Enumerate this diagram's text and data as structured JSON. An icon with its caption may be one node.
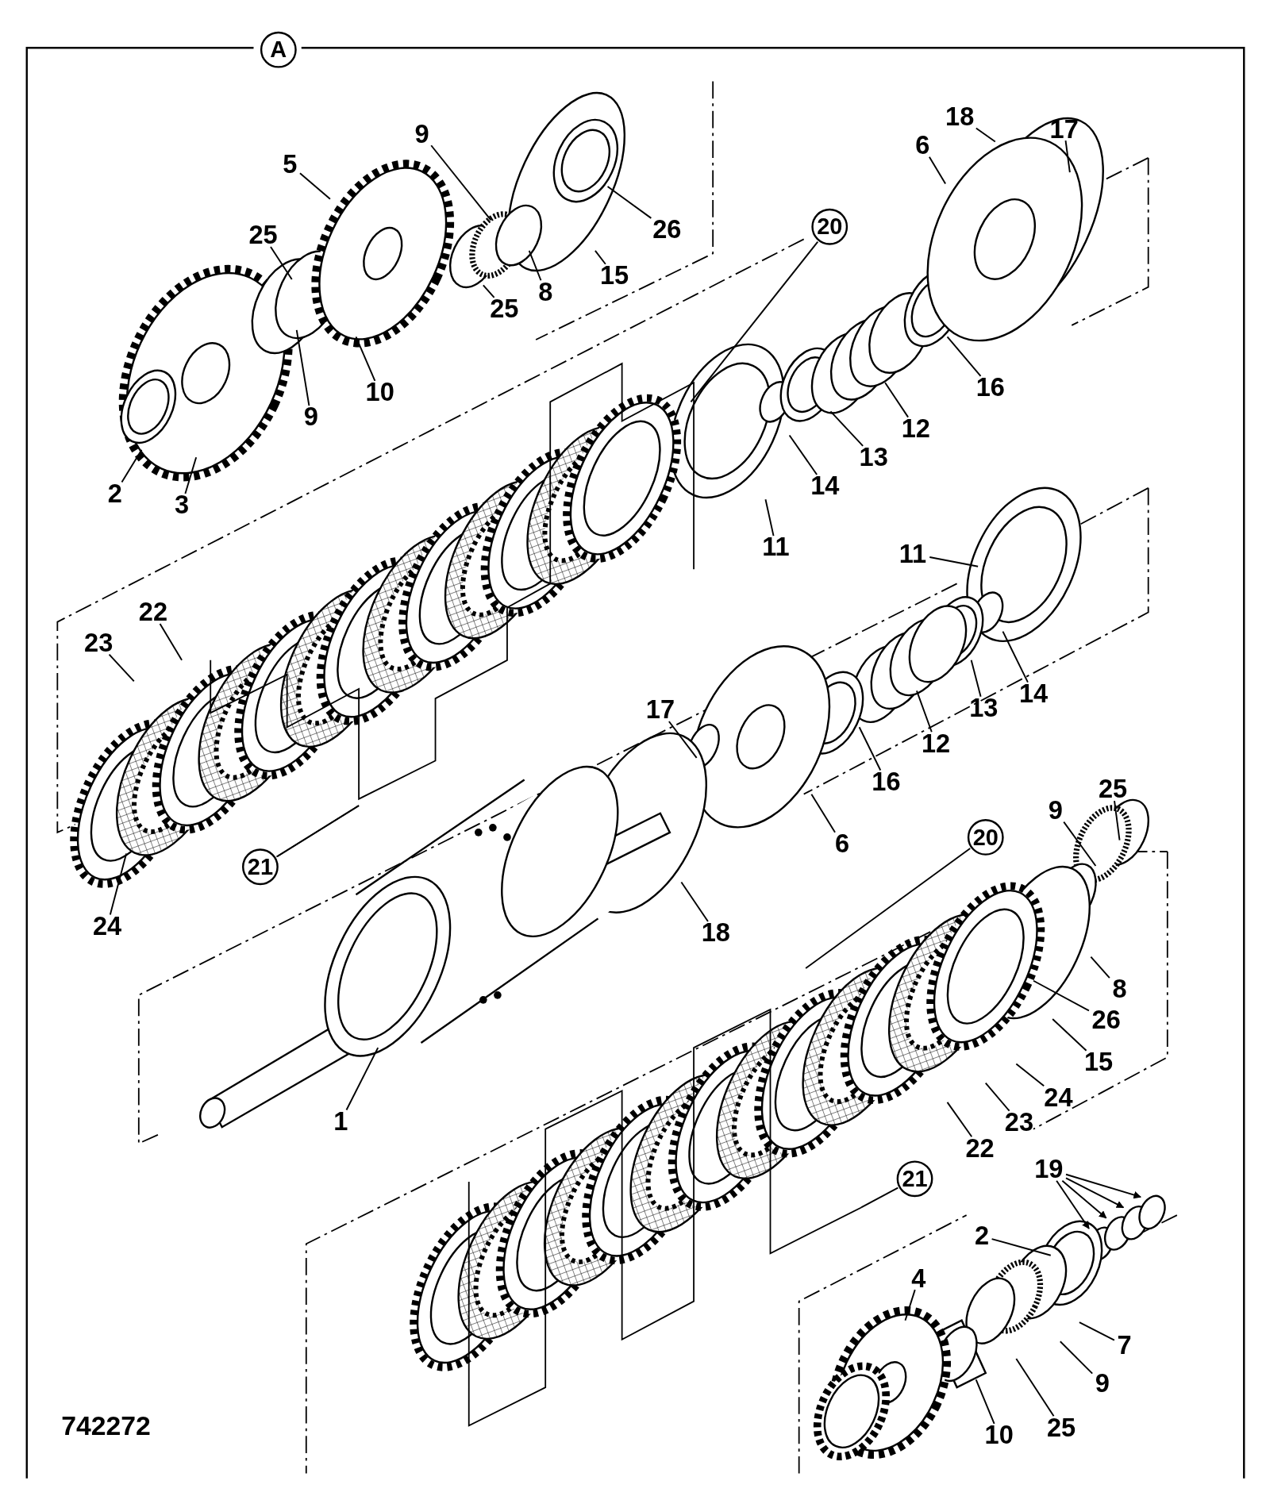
{
  "diagram": {
    "nodes": [
      {
        "text": [
          "5"
        ]
      },
      {
        "text": [
          "9"
        ]
      },
      {
        "text": [
          "18"
        ]
      },
      {
        "text": [
          "17"
        ]
      },
      {
        "text": [
          "6"
        ]
      },
      {
        "text": [
          "25"
        ]
      },
      {
        "text": [
          "26"
        ]
      },
      {
        "text": [
          "20"
        ]
      },
      {
        "text": [
          "15"
        ]
      },
      {
        "text": [
          "8"
        ]
      },
      {
        "text": [
          "25"
        ]
      },
      {
        "text": [
          "10"
        ]
      },
      {
        "text": [
          "16"
        ]
      },
      {
        "text": [
          "9"
        ]
      },
      {
        "text": [
          "12"
        ]
      },
      {
        "text": [
          "13"
        ]
      },
      {
        "text": [
          "14"
        ]
      },
      {
        "text": [
          "2"
        ]
      },
      {
        "text": [
          "3"
        ]
      },
      {
        "text": [
          "11"
        ]
      },
      {
        "text": [
          "11"
        ]
      },
      {
        "text": [
          "22"
        ]
      },
      {
        "text": [
          "23"
        ]
      },
      {
        "text": [
          "14"
        ]
      },
      {
        "text": [
          "13"
        ]
      },
      {
        "text": [
          "17"
        ]
      },
      {
        "text": [
          "12"
        ]
      },
      {
        "text": [
          "16"
        ]
      },
      {
        "text": [
          "25"
        ]
      },
      {
        "text": [
          "9"
        ]
      },
      {
        "text": [
          "20"
        ]
      },
      {
        "text": [
          "6"
        ]
      },
      {
        "text": [
          "21"
        ]
      },
      {
        "text": [
          "24"
        ]
      },
      {
        "text": [
          "18"
        ]
      },
      {
        "text": [
          "8"
        ]
      },
      {
        "text": [
          "26"
        ]
      },
      {
        "text": [
          "15"
        ]
      },
      {
        "text": [
          "24"
        ]
      },
      {
        "text": [
          "23"
        ]
      },
      {
        "text": [
          "1"
        ]
      },
      {
        "text": [
          "22"
        ]
      },
      {
        "text": [
          "19"
        ]
      },
      {
        "text": [
          "21"
        ]
      },
      {
        "text": [
          "2"
        ]
      },
      {
        "text": [
          "4"
        ]
      },
      {
        "text": [
          "7"
        ]
      },
      {
        "text": [
          "9"
        ]
      },
      {
        "text": [
          "25"
        ]
      },
      {
        "text": [
          "10"
        ]
      },
      {
        "text": [
          "A"
        ]
      }
    ],
    "edges": [
      {
        "from": 0,
        "to": null,
        "arrow": "none"
      },
      {
        "from": 1,
        "to": null,
        "arrow": "none"
      },
      {
        "from": 2,
        "to": null,
        "arrow": "none"
      },
      {
        "from": 3,
        "to": null,
        "arrow": "none"
      },
      {
        "from": 4,
        "to": null,
        "arrow": "none"
      },
      {
        "from": 5,
        "to": null,
        "arrow": "none"
      },
      {
        "from": 6,
        "to": null,
        "arrow": "none"
      },
      {
        "from": 7,
        "to": null,
        "arrow": "none"
      },
      {
        "from": 8,
        "to": null,
        "arrow": "none"
      },
      {
        "from": 9,
        "to": null,
        "arrow": "none"
      },
      {
        "from": 10,
        "to": null,
        "arrow": "none"
      },
      {
        "from": 11,
        "to": null,
        "arrow": "none"
      },
      {
        "from": 12,
        "to": null,
        "arrow": "none"
      },
      {
        "from": 13,
        "to": null,
        "arrow": "none"
      },
      {
        "from": 14,
        "to": null,
        "arrow": "none"
      },
      {
        "from": 15,
        "to": null,
        "arrow": "none"
      },
      {
        "from": 16,
        "to": null,
        "arrow": "none"
      },
      {
        "from": 17,
        "to": null,
        "arrow": "none"
      },
      {
        "from": 18,
        "to": null,
        "arrow": "none"
      },
      {
        "from": 19,
        "to": null,
        "arrow": "none"
      },
      {
        "from": 20,
        "to": null,
        "arrow": "none"
      },
      {
        "from": 21,
        "to": null,
        "arrow": "none"
      },
      {
        "from": 22,
        "to": null,
        "arrow": "none"
      },
      {
        "from": 23,
        "to": null,
        "arrow": "none"
      },
      {
        "from": 24,
        "to": null,
        "arrow": "none"
      },
      {
        "from": 25,
        "to": null,
        "arrow": "none"
      },
      {
        "from": 26,
        "to": null,
        "arrow": "none"
      },
      {
        "from": 27,
        "to": null,
        "arrow": "none"
      },
      {
        "from": 28,
        "to": null,
        "arrow": "none"
      },
      {
        "from": 29,
        "to": null,
        "arrow": "none"
      },
      {
        "from": 30,
        "to": null,
        "arrow": "none"
      },
      {
        "from": 31,
        "to": null,
        "arrow": "none"
      },
      {
        "from": 32,
        "to": null,
        "arrow": "none"
      },
      {
        "from": 33,
        "to": null,
        "arrow": "none"
      },
      {
        "from": 34,
        "to": null,
        "arrow": "none"
      },
      {
        "from": 35,
        "to": null,
        "arrow": "none"
      },
      {
        "from": 36,
        "to": null,
        "arrow": "none"
      },
      {
        "from": 37,
        "to": null,
        "arrow": "none"
      },
      {
        "from": 38,
        "to": null,
        "arrow": "none"
      },
      {
        "from": 39,
        "to": null,
        "arrow": "none"
      },
      {
        "from": 40,
        "to": null,
        "arrow": "none"
      },
      {
        "from": 41,
        "to": null,
        "arrow": "none"
      },
      {
        "from": 42,
        "to": null,
        "arrow": "to"
      },
      {
        "from": 42,
        "to": null,
        "arrow": "to"
      },
      {
        "from": 42,
        "to": null,
        "arrow": "to"
      },
      {
        "from": 42,
        "to": null,
        "arrow": "to"
      },
      {
        "from": 43,
        "to": null,
        "arrow": "none"
      },
      {
        "from": 44,
        "to": null,
        "arrow": "none"
      },
      {
        "from": 45,
        "to": null,
        "arrow": "none"
      },
      {
        "from": 46,
        "to": null,
        "arrow": "none"
      },
      {
        "from": 47,
        "to": null,
        "arrow": "none"
      },
      {
        "from": 48,
        "to": null,
        "arrow": "none"
      },
      {
        "from": 49,
        "to": null,
        "arrow": "none"
      }
    ],
    "labels": [
      "742272"
    ]
  }
}
